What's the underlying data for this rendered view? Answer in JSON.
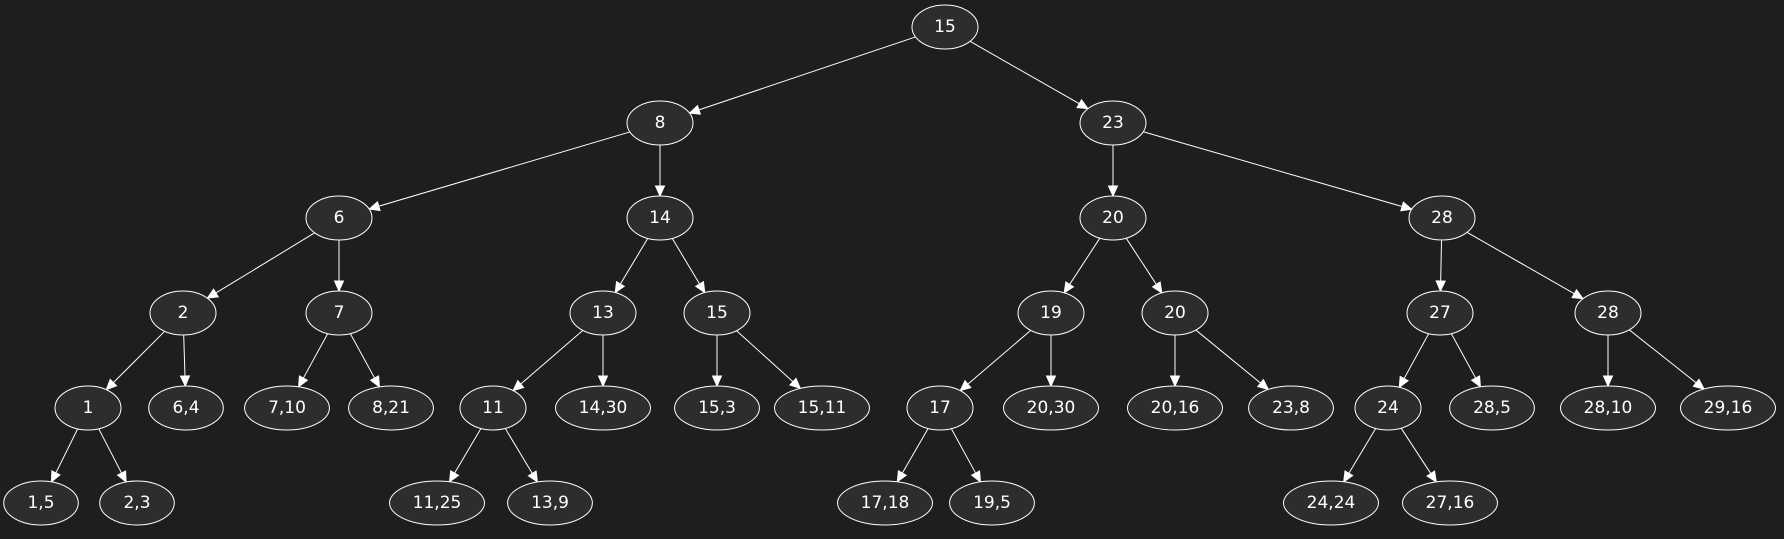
{
  "colors": {
    "background": "#1e1e1e",
    "node_fill": "#2d2d2d",
    "stroke": "#ffffff",
    "text": "#ffffff"
  },
  "nodes": [
    {
      "id": "n15",
      "label": "15"
    },
    {
      "id": "n8",
      "label": "8"
    },
    {
      "id": "n23",
      "label": "23"
    },
    {
      "id": "n6",
      "label": "6"
    },
    {
      "id": "n14",
      "label": "14"
    },
    {
      "id": "n20a",
      "label": "20"
    },
    {
      "id": "n28a",
      "label": "28"
    },
    {
      "id": "n2",
      "label": "2"
    },
    {
      "id": "n7",
      "label": "7"
    },
    {
      "id": "n13",
      "label": "13"
    },
    {
      "id": "n15b",
      "label": "15"
    },
    {
      "id": "n19",
      "label": "19"
    },
    {
      "id": "n20b",
      "label": "20"
    },
    {
      "id": "n27",
      "label": "27"
    },
    {
      "id": "n28b",
      "label": "28"
    },
    {
      "id": "n1",
      "label": "1"
    },
    {
      "id": "l6_4",
      "label": "6,4"
    },
    {
      "id": "l7_10",
      "label": "7,10"
    },
    {
      "id": "l8_21",
      "label": "8,21"
    },
    {
      "id": "n11",
      "label": "11"
    },
    {
      "id": "l14_30",
      "label": "14,30"
    },
    {
      "id": "l15_3",
      "label": "15,3"
    },
    {
      "id": "l15_11",
      "label": "15,11"
    },
    {
      "id": "n17",
      "label": "17"
    },
    {
      "id": "l20_30",
      "label": "20,30"
    },
    {
      "id": "l20_16",
      "label": "20,16"
    },
    {
      "id": "l23_8",
      "label": "23,8"
    },
    {
      "id": "n24",
      "label": "24"
    },
    {
      "id": "l28_5",
      "label": "28,5"
    },
    {
      "id": "l28_10",
      "label": "28,10"
    },
    {
      "id": "l29_16",
      "label": "29,16"
    },
    {
      "id": "l1_5",
      "label": "1,5"
    },
    {
      "id": "l2_3",
      "label": "2,3"
    },
    {
      "id": "l11_25",
      "label": "11,25"
    },
    {
      "id": "l13_9",
      "label": "13,9"
    },
    {
      "id": "l17_18",
      "label": "17,18"
    },
    {
      "id": "l19_5",
      "label": "19,5"
    },
    {
      "id": "l24_24",
      "label": "24,24"
    },
    {
      "id": "l27_16",
      "label": "27,16"
    }
  ],
  "edges": [
    [
      "n15",
      "n8"
    ],
    [
      "n15",
      "n23"
    ],
    [
      "n8",
      "n6"
    ],
    [
      "n8",
      "n14"
    ],
    [
      "n23",
      "n20a"
    ],
    [
      "n23",
      "n28a"
    ],
    [
      "n6",
      "n2"
    ],
    [
      "n6",
      "n7"
    ],
    [
      "n14",
      "n13"
    ],
    [
      "n14",
      "n15b"
    ],
    [
      "n20a",
      "n19"
    ],
    [
      "n20a",
      "n20b"
    ],
    [
      "n28a",
      "n27"
    ],
    [
      "n28a",
      "n28b"
    ],
    [
      "n2",
      "n1"
    ],
    [
      "n2",
      "l6_4"
    ],
    [
      "n7",
      "l7_10"
    ],
    [
      "n7",
      "l8_21"
    ],
    [
      "n13",
      "n11"
    ],
    [
      "n13",
      "l14_30"
    ],
    [
      "n15b",
      "l15_3"
    ],
    [
      "n15b",
      "l15_11"
    ],
    [
      "n19",
      "n17"
    ],
    [
      "n19",
      "l20_30"
    ],
    [
      "n20b",
      "l20_16"
    ],
    [
      "n20b",
      "l23_8"
    ],
    [
      "n27",
      "n24"
    ],
    [
      "n27",
      "l28_5"
    ],
    [
      "n28b",
      "l28_10"
    ],
    [
      "n28b",
      "l29_16"
    ],
    [
      "n1",
      "l1_5"
    ],
    [
      "n1",
      "l2_3"
    ],
    [
      "n11",
      "l11_25"
    ],
    [
      "n11",
      "l13_9"
    ],
    [
      "n17",
      "l17_18"
    ],
    [
      "n17",
      "l19_5"
    ],
    [
      "n24",
      "l24_24"
    ],
    [
      "n24",
      "l27_16"
    ]
  ]
}
